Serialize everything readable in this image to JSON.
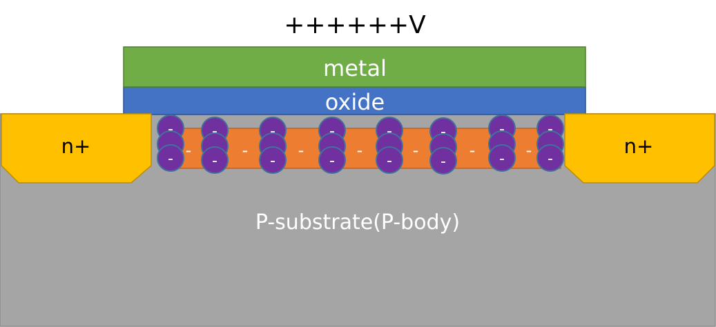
{
  "diagram": {
    "gate_voltage": "++++++V",
    "metal_label": "metal",
    "oxide_label": "oxide",
    "source_label": "n+",
    "drain_label": "n+",
    "substrate_label": "P-substrate(P-body)",
    "electron_symbol": "-",
    "channel_symbol": "-",
    "channel_dash_count": 7,
    "electron_columns": 8,
    "electrons_per_column": 3
  },
  "colors": {
    "metal": "#70AD47",
    "oxide": "#4472C4",
    "n_plus": "#FFC000",
    "substrate": "#A5A5A5",
    "channel": "#ED7D31",
    "electron": "#7030A0",
    "outline": "#41719C",
    "text_dark": "#000000",
    "text_light": "#FFFFFF"
  }
}
